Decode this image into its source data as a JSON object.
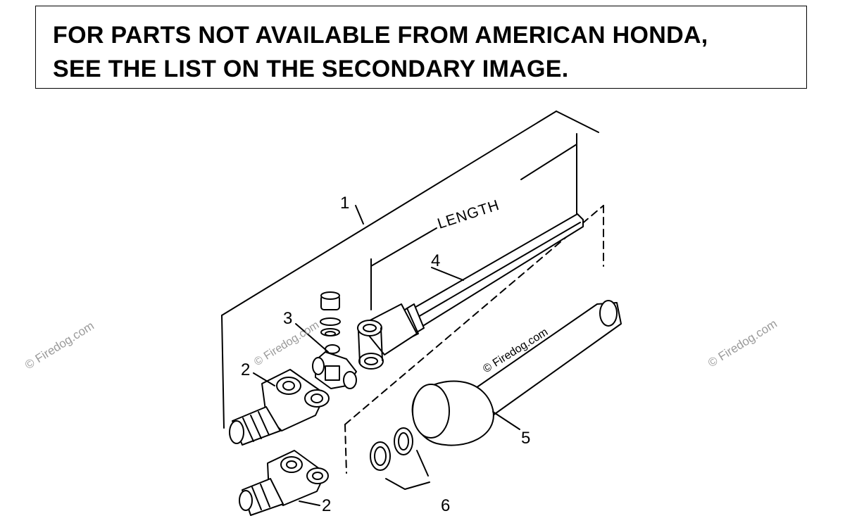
{
  "notice": {
    "line1": "FOR PARTS NOT AVAILABLE FROM AMERICAN HONDA,",
    "line2": "SEE THE LIST ON THE SECONDARY IMAGE."
  },
  "diagram": {
    "length_label": "LENGTH",
    "callouts": {
      "c1": "1",
      "c2a": "2",
      "c2b": "2",
      "c3": "3",
      "c4": "4",
      "c5": "5",
      "c6": "6"
    },
    "watermark": "© Firedog.com"
  },
  "colors": {
    "ink": "#000000",
    "watermark": "#9a9a9a",
    "paper": "#ffffff"
  }
}
